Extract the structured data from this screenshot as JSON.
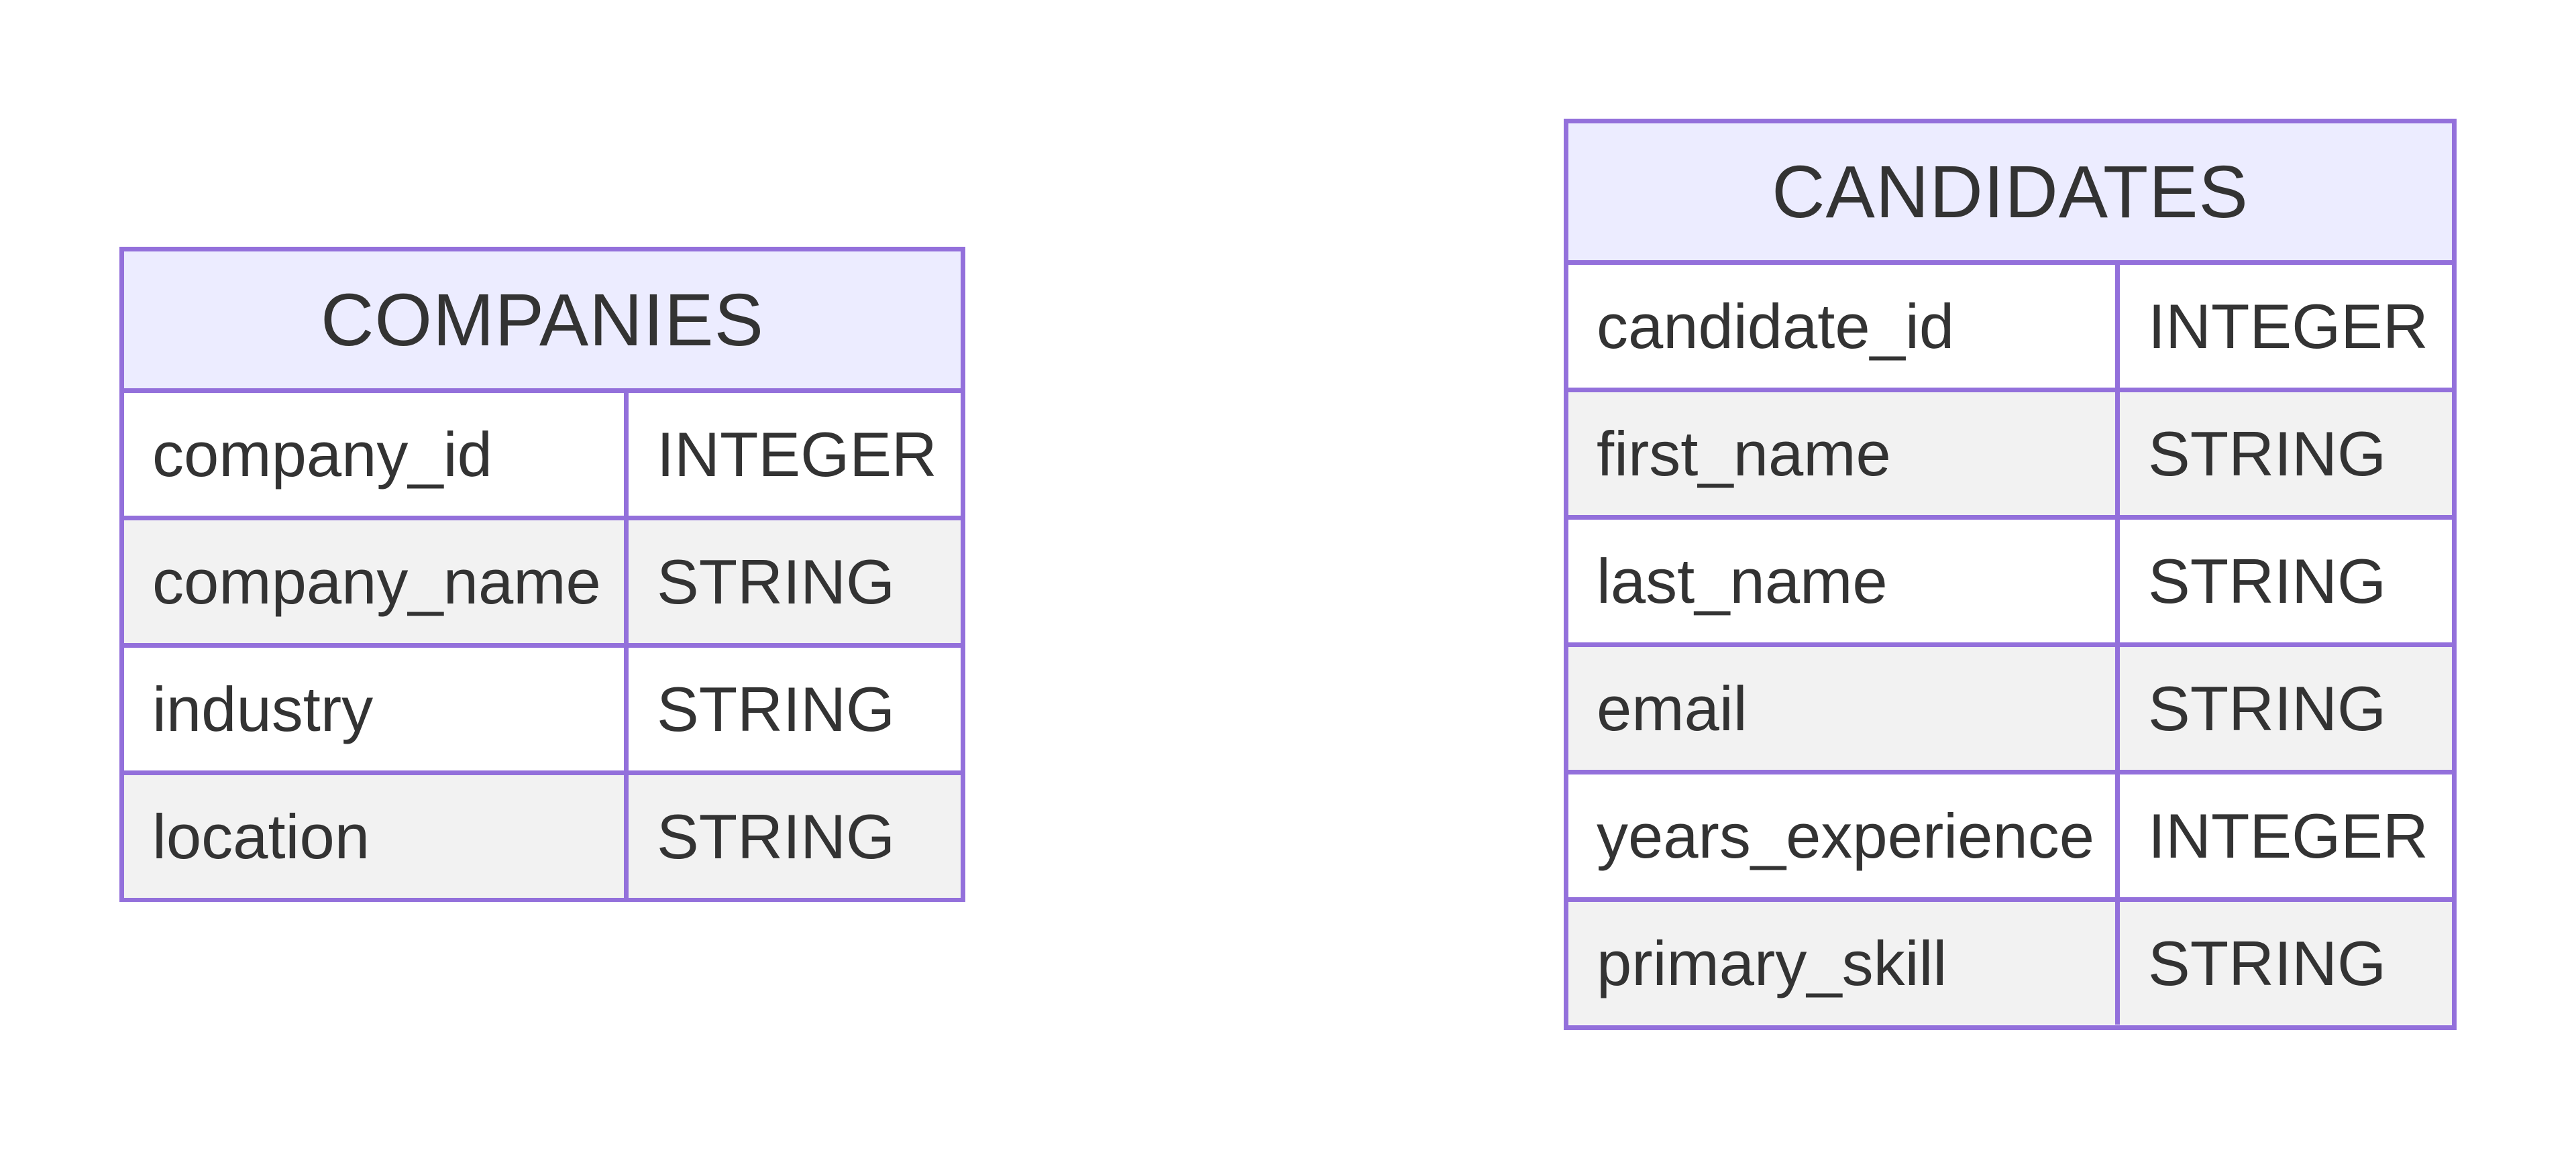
{
  "entities": [
    {
      "name": "COMPANIES",
      "attributes": [
        {
          "name": "company_id",
          "type": "INTEGER"
        },
        {
          "name": "company_name",
          "type": "STRING"
        },
        {
          "name": "industry",
          "type": "STRING"
        },
        {
          "name": "location",
          "type": "STRING"
        }
      ]
    },
    {
      "name": "CANDIDATES",
      "attributes": [
        {
          "name": "candidate_id",
          "type": "INTEGER"
        },
        {
          "name": "first_name",
          "type": "STRING"
        },
        {
          "name": "last_name",
          "type": "STRING"
        },
        {
          "name": "email",
          "type": "STRING"
        },
        {
          "name": "years_experience",
          "type": "INTEGER"
        },
        {
          "name": "primary_skill",
          "type": "STRING"
        }
      ]
    }
  ],
  "colors": {
    "border": "#9370db",
    "header_fill": "#ececff",
    "row_odd": "#ffffff",
    "row_even": "#f2f2f2",
    "text": "#333333"
  }
}
